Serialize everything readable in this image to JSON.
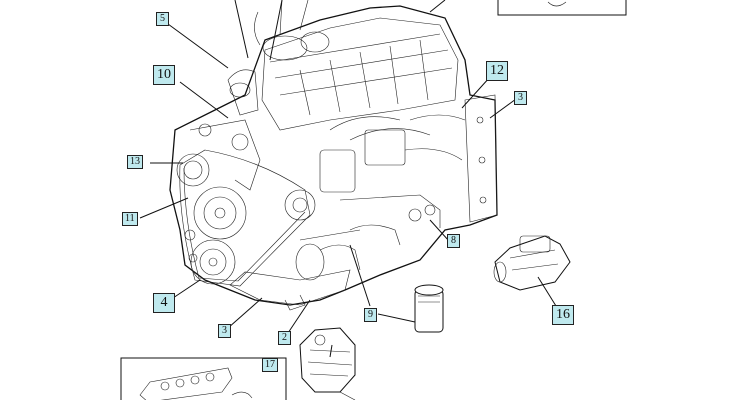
{
  "callouts": [
    {
      "id": "c5",
      "label": "5"
    },
    {
      "id": "c10",
      "label": "10"
    },
    {
      "id": "c13",
      "label": "13"
    },
    {
      "id": "c11",
      "label": "11"
    },
    {
      "id": "c4",
      "label": "4"
    },
    {
      "id": "c3a",
      "label": "3"
    },
    {
      "id": "c2",
      "label": "2"
    },
    {
      "id": "c9",
      "label": "9"
    },
    {
      "id": "c8",
      "label": "8"
    },
    {
      "id": "c12",
      "label": "12"
    },
    {
      "id": "c3b",
      "label": "3"
    },
    {
      "id": "c16",
      "label": "16"
    },
    {
      "id": "c17",
      "label": "17"
    }
  ],
  "colors": {
    "callout_fill": "#bfe9ee",
    "line": "#111111",
    "background": "#ffffff"
  }
}
